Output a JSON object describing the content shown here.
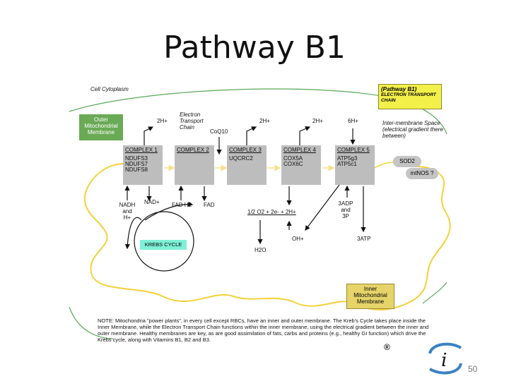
{
  "slide": {
    "title": "Pathway B1",
    "page_number": "50",
    "registered": "®"
  },
  "labels": {
    "cell_cytoplasm": "Cell Cytoplasm",
    "etc_label": "Electron Transport Chain",
    "intermembrane": "Inter-membrane Space  (electrical gradient there between)",
    "coq10": "CoQ10",
    "h2_1": "2H+",
    "h2_3": "2H+",
    "h2_4": "2H+",
    "h6_5": "6H+",
    "nadh": "NADH and H+",
    "nad": "NAD+",
    "fadh2": "FAD H2",
    "fad": "FAD",
    "half_o2": "1/2 O2 + 2e- + 2H+",
    "h2o": "H2O",
    "oh": "OH+",
    "adp": "3ADP and 3P",
    "atp": "3ATP",
    "sod2": "SOD2",
    "mtnos": "mtNOS ?"
  },
  "callout": {
    "title": "(Pathway B1)",
    "subtitle": "ELECTRON TRANSPORT CHAIN",
    "color": "#f3f04a"
  },
  "outer_membrane": {
    "label": "Outer Mitochondrial Membrane",
    "color": "#6aaa55"
  },
  "inner_membrane": {
    "label": "Inner Mitochondrial Membrane",
    "color": "#e6d46a"
  },
  "krebs": {
    "label": "KREBS CYCLE",
    "color": "#7ff0d6"
  },
  "complexes": [
    {
      "name": "COMPLEX 1",
      "subunits": "NDUFS3\nNDUFS7\nNDUFS8"
    },
    {
      "name": "COMPLEX 2",
      "subunits": ""
    },
    {
      "name": "COMPLEX 3",
      "subunits": "UQCRC2"
    },
    {
      "name": "COMPLEX 4",
      "subunits": "COX5A\nCOX6C"
    },
    {
      "name": "COMPLEX 5",
      "subunits": "ATP5g3\nATP5c1"
    }
  ],
  "note": "NOTE: Mitochondria \"power plants\", in every cell except RBCs, have an inner and outer membrane.  The Kreb's Cycle takes place inside the Inner Membrane, while the Electron Transport Chain functions within the inner membrane, using the electrical gradient between the inner and outer membrane.  Healthy membranes are key, as are good assimilation of fats, carbs and proteins (e.g., healthy GI function) which drive the Krebs cycle, along with Vitamins B1, B2 and B3.",
  "colors": {
    "outer_line": "#5aa85a",
    "inner_line": "#f2d23a",
    "complex_fill": "#bdbdbd"
  }
}
